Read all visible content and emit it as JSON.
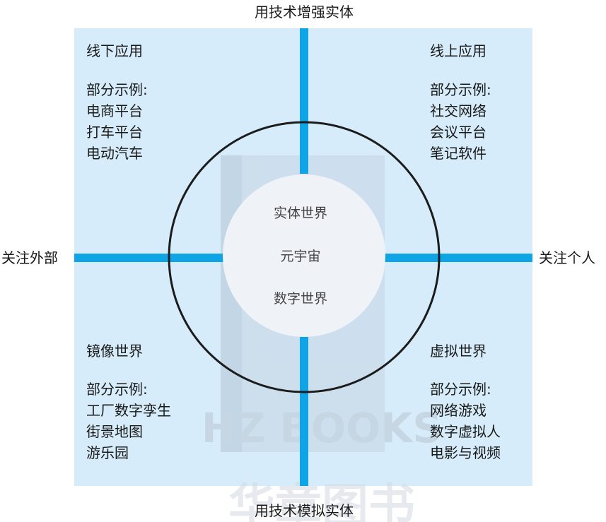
{
  "colors": {
    "panel_bg": "#d6ecfa",
    "axis_blue": "#0fa4e6",
    "ring": "#1c1c1c",
    "center_fill": "#eff2f6",
    "text": "#1a1a1a",
    "center_text": "#444444",
    "watermark": "#b9c6d2"
  },
  "axes": {
    "top": "用技术增强实体",
    "bottom": "用技术模拟实体",
    "left": "关注外部",
    "right": "关注个人"
  },
  "quadrants": {
    "top_left": {
      "title": "线下应用",
      "examples_label": "部分示例:",
      "items": [
        "电商平台",
        "打车平台",
        "电动汽车"
      ]
    },
    "top_right": {
      "title": "线上应用",
      "examples_label": "部分示例:",
      "items": [
        "社交网络",
        "会议平台",
        "笔记软件"
      ]
    },
    "bottom_left": {
      "title": "镜像世界",
      "examples_label": "部分示例:",
      "items": [
        "工厂数字孪生",
        "街景地图",
        "游乐园"
      ]
    },
    "bottom_right": {
      "title": "虚拟世界",
      "examples_label": "部分示例:",
      "items": [
        "网络游戏",
        "数字虚拟人",
        "电影与视频"
      ]
    }
  },
  "center": {
    "top": "实体世界",
    "middle": "元宇宙",
    "bottom": "数字世界"
  },
  "watermark": {
    "latin": "HZ BOOKS",
    "chinese": "华章图书"
  }
}
